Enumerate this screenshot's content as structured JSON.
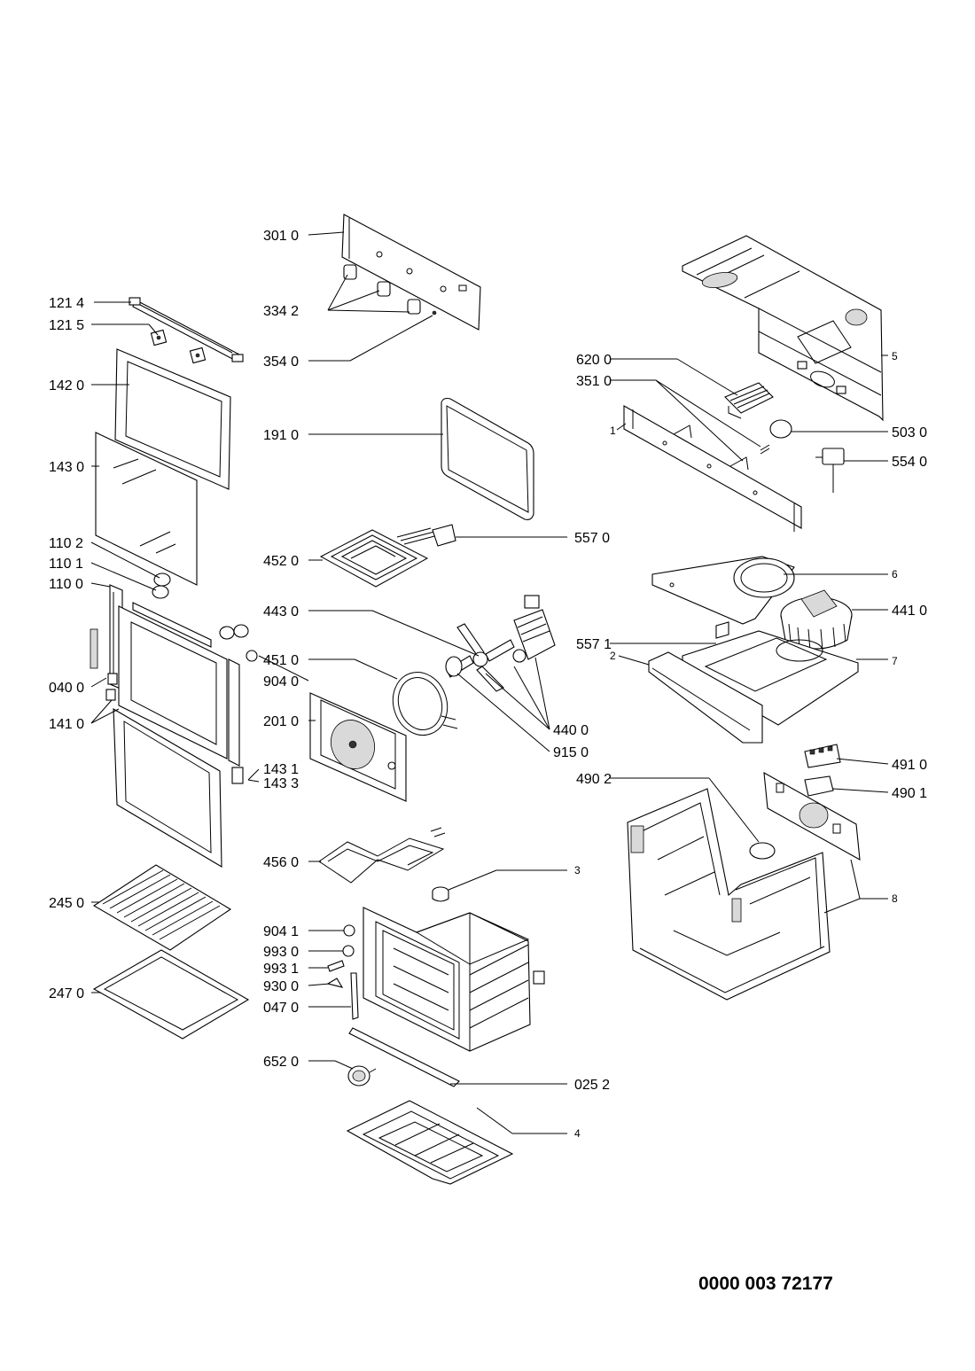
{
  "document_number": "0000 003 72177",
  "callouts": {
    "c3010": "301 0",
    "c3342": "334 2",
    "c3540": "354 0",
    "c1910": "191 0",
    "c5570": "557 0",
    "c4520": "452 0",
    "c4430": "443 0",
    "c4510": "451 0",
    "c9040": "904 0",
    "c2010": "201 0",
    "c4400": "440 0",
    "c9150": "915 0",
    "c4560": "456 0",
    "c3": "3",
    "c9041": "904 1",
    "c9930": "993 0",
    "c9931": "993 1",
    "c9300": "930 0",
    "c0470": "047 0",
    "c6520": "652 0",
    "c0252": "025 2",
    "c4": "4",
    "c1214": "121 4",
    "c1215": "121 5",
    "c1420": "142 0",
    "c1430": "143 0",
    "c1102": "110 2",
    "c1101": "110 1",
    "c1100": "110 0",
    "c0400": "040 0",
    "c1410": "141 0",
    "c1431": "143 1",
    "c1433": "143 3",
    "c2450": "245 0",
    "c2470": "247 0",
    "c5": "5",
    "c6200": "620 0",
    "c3510": "351 0",
    "c1": "1",
    "c5030": "503 0",
    "c5540": "554 0",
    "c6": "6",
    "c4410": "441 0",
    "c5571": "557 1",
    "c2": "2",
    "c7": "7",
    "c4910": "491 0",
    "c4902": "490 2",
    "c4901": "490 1",
    "c8": "8"
  }
}
